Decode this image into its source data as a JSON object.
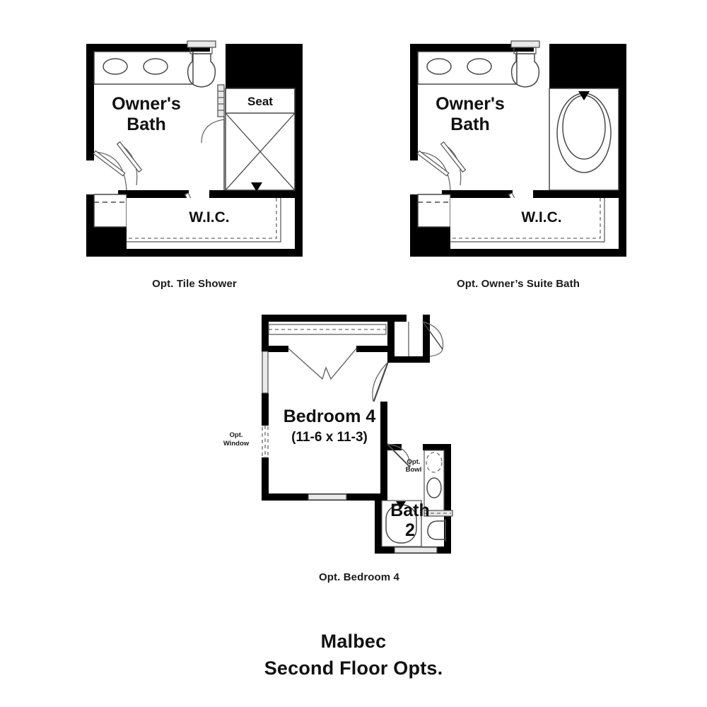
{
  "document": {
    "title_lines": [
      "Malbec",
      "Second Floor Opts."
    ],
    "plan_name": "Malbec",
    "sheet_name": "Second Floor Opts.",
    "background_color": "#ffffff",
    "line_color": "#000000"
  },
  "plans": [
    {
      "id": "opt-tile-shower",
      "caption": "Opt. Tile Shower",
      "rooms": [
        {
          "name": "Owner's Bath",
          "label_lines": [
            "Owner's",
            "Bath"
          ]
        },
        {
          "name": "Shower Seat",
          "label_lines": [
            "Seat"
          ]
        },
        {
          "name": "Walk-In Closet",
          "label_lines": [
            "W.I.C."
          ]
        }
      ],
      "fixtures": [
        "double-vanity",
        "toilet",
        "tile-shower",
        "shower-seat",
        "linen-closet",
        "closet-shelving"
      ]
    },
    {
      "id": "opt-owners-suite-bath",
      "caption": "Opt. Owner’s Suite Bath",
      "rooms": [
        {
          "name": "Owner's Bath",
          "label_lines": [
            "Owner's",
            "Bath"
          ]
        },
        {
          "name": "Walk-In Closet",
          "label_lines": [
            "W.I.C."
          ]
        }
      ],
      "fixtures": [
        "double-vanity",
        "toilet",
        "soaking-tub",
        "linen-closet",
        "closet-shelving"
      ]
    },
    {
      "id": "opt-bedroom-4",
      "caption": "Opt. Bedroom 4",
      "rooms": [
        {
          "name": "Bedroom 4",
          "label_lines": [
            "Bedroom 4"
          ],
          "dimensions": "(11-6 x 11-3)"
        },
        {
          "name": "Bath 2",
          "label_lines": [
            "Bath",
            "2"
          ]
        }
      ],
      "annotations": [
        {
          "name": "opt-window",
          "lines": [
            "Opt.",
            "Window"
          ]
        },
        {
          "name": "opt-bowl",
          "lines": [
            "Opt.",
            "Bowl"
          ]
        }
      ],
      "fixtures": [
        "closet-shelving",
        "bifold-closet-doors",
        "swing-door",
        "tub",
        "vanity",
        "toilet",
        "window"
      ]
    }
  ]
}
